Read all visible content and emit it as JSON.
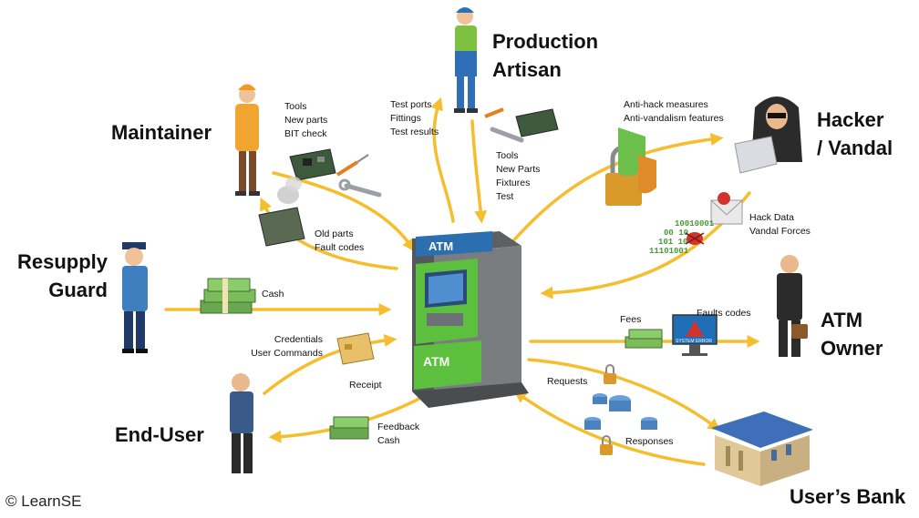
{
  "actors": {
    "maintainer": "Maintainer",
    "production": [
      "Production",
      "Artisan"
    ],
    "hacker": [
      "Hacker",
      "/ Vandal"
    ],
    "guard": [
      "Resupply",
      "Guard"
    ],
    "owner": [
      "ATM",
      "Owner"
    ],
    "enduser": "End-User",
    "bank": "User’s Bank"
  },
  "labels": {
    "maintainer_in": [
      "Tools",
      "New parts",
      "BIT check"
    ],
    "maintainer_out": [
      "Old parts",
      "Fault codes"
    ],
    "production_out": [
      "Test ports",
      "Fittings",
      "Test results"
    ],
    "production_in": [
      "Tools",
      "New Parts",
      "Fixtures",
      "Test"
    ],
    "hacker_in": [
      "Anti-hack measures",
      "Anti-vandalism features"
    ],
    "hacker_out": [
      "Hack Data",
      "Vandal Forces"
    ],
    "guard": [
      "Cash"
    ],
    "owner_fees": [
      "Fees"
    ],
    "owner_faults": [
      "Faults codes"
    ],
    "enduser_in": [
      "Credentials",
      "User Commands"
    ],
    "enduser_receipt": [
      "Receipt"
    ],
    "enduser_out": [
      "Feedback",
      "Cash"
    ],
    "bank_requests": [
      "Requests"
    ],
    "bank_responses": [
      "Responses"
    ]
  },
  "atm": {
    "top_sign": "ATM",
    "body_sign": "ATM"
  },
  "binary": [
    "10010001",
    "00 10",
    "101 10",
    "11101001"
  ],
  "screen_alert": "SYSTEM ERROR",
  "copyright": "© LearnSE",
  "colors": {
    "arrow": "#F5BE2E",
    "atm_green": "#5CBF3D",
    "atm_grey": "#7A7D80",
    "padlock": "#D99A2B"
  }
}
